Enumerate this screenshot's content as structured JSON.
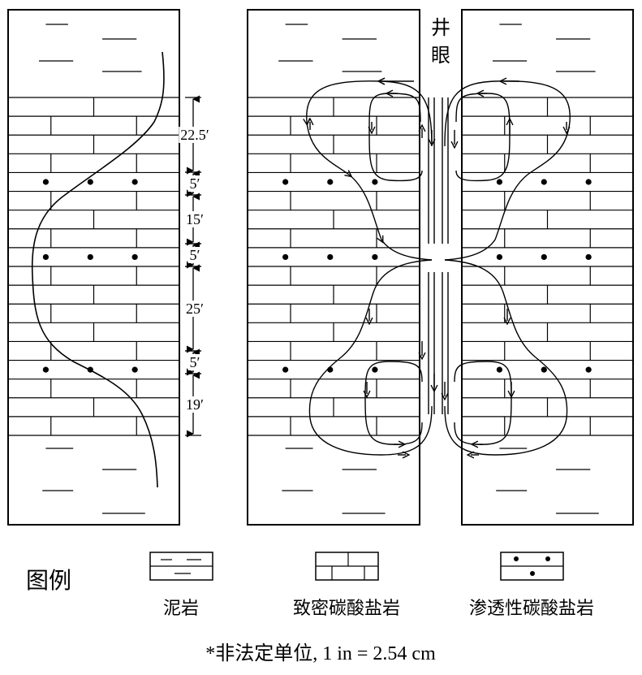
{
  "wellbore_label": "井眼",
  "legend": {
    "title": "图例",
    "items": [
      {
        "label": "泥岩"
      },
      {
        "label": "致密碳酸盐岩"
      },
      {
        "label": "渗透性碳酸盐岩"
      }
    ]
  },
  "thickness_labels": [
    "22.5",
    "5",
    "15",
    "5",
    "25",
    "5",
    "19"
  ],
  "footnote": "*非法定单位, 1 in = 2.54 cm"
}
